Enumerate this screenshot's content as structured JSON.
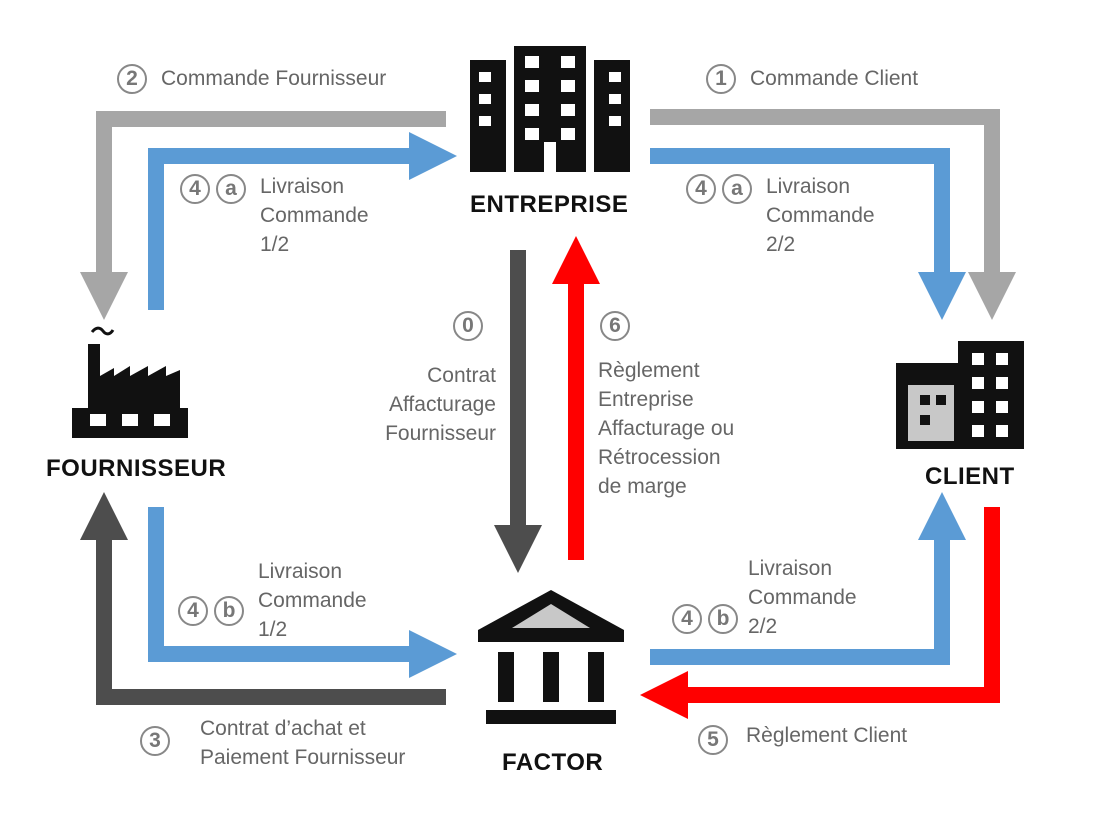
{
  "colors": {
    "order": "#a6a6a6",
    "delivery": "#5b9bd5",
    "contract": "#4d4d4d",
    "payment": "#ff0000",
    "icon": "#111111",
    "text": "#666666"
  },
  "entities": {
    "entreprise": {
      "label": "ENTREPRISE",
      "icon": "office-building-icon"
    },
    "fournisseur": {
      "label": "FOURNISSEUR",
      "icon": "factory-icon"
    },
    "client": {
      "label": "CLIENT",
      "icon": "client-building-icon"
    },
    "factor": {
      "label": "FACTOR",
      "icon": "bank-icon"
    }
  },
  "steps": {
    "s0": {
      "badges": [
        "0"
      ],
      "text": "Contrat\nAffacturage\nFournisseur"
    },
    "s1": {
      "badges": [
        "1"
      ],
      "text": "Commande Client"
    },
    "s2": {
      "badges": [
        "2"
      ],
      "text": "Commande Fournisseur"
    },
    "s3": {
      "badges": [
        "3"
      ],
      "text": "Contrat d’achat et\nPaiement Fournisseur"
    },
    "s4a_left": {
      "badges": [
        "4",
        "a"
      ],
      "text": "Livraison\nCommande\n1/2"
    },
    "s4a_right": {
      "badges": [
        "4",
        "a"
      ],
      "text": "Livraison\nCommande\n2/2"
    },
    "s4b_left": {
      "badges": [
        "4",
        "b"
      ],
      "text": "Livraison\nCommande\n1/2"
    },
    "s4b_right": {
      "badges": [
        "4",
        "b"
      ],
      "text": "Livraison\nCommande\n2/2"
    },
    "s5": {
      "badges": [
        "5"
      ],
      "text": "Règlement Client"
    },
    "s6": {
      "badges": [
        "6"
      ],
      "text": "Règlement\nEntreprise\nAffacturage ou\nRétrocession\nde marge"
    }
  }
}
